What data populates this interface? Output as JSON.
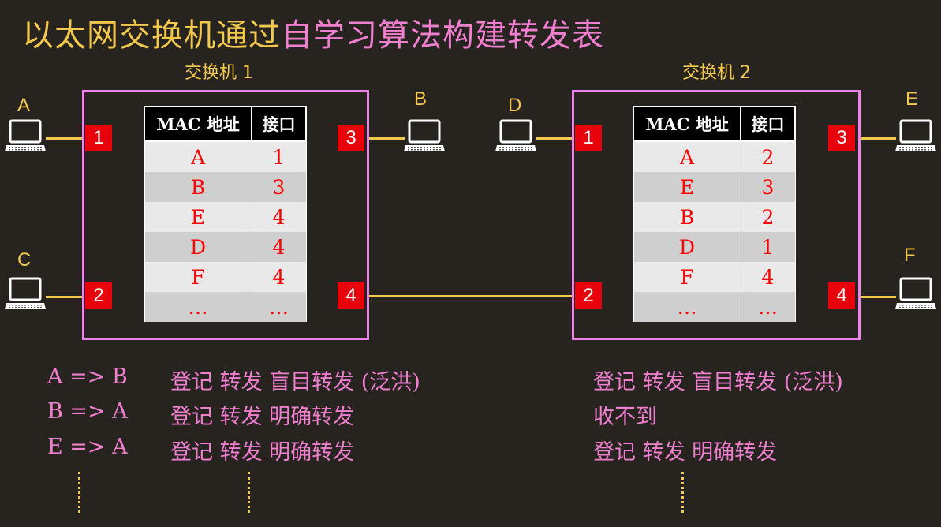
{
  "title": {
    "part1": "以太网交换机通过",
    "part2": "自学习算法构建转发表"
  },
  "switch1": {
    "label": "交换机 1",
    "table": {
      "headers": [
        "MAC 地址",
        "接口"
      ],
      "rows": [
        [
          "A",
          "1"
        ],
        [
          "B",
          "3"
        ],
        [
          "E",
          "4"
        ],
        [
          "D",
          "4"
        ],
        [
          "F",
          "4"
        ],
        [
          "…",
          "…"
        ]
      ]
    },
    "ports": [
      "1",
      "2",
      "3",
      "4"
    ]
  },
  "switch2": {
    "label": "交换机 2",
    "table": {
      "headers": [
        "MAC 地址",
        "接口"
      ],
      "rows": [
        [
          "A",
          "2"
        ],
        [
          "E",
          "3"
        ],
        [
          "B",
          "2"
        ],
        [
          "D",
          "1"
        ],
        [
          "F",
          "4"
        ],
        [
          "…",
          "…"
        ]
      ]
    },
    "ports": [
      "1",
      "2",
      "3",
      "4"
    ]
  },
  "hosts": [
    "A",
    "B",
    "C",
    "D",
    "E",
    "F"
  ],
  "frames": [
    {
      "frame": "A => B",
      "sw1": "登记  转发 盲目转发 (泛洪)",
      "sw2": "登记   转发 盲目转发 (泛洪)"
    },
    {
      "frame": "B => A",
      "sw1": "登记  转发 明确转发",
      "sw2": "收不到"
    },
    {
      "frame": "E => A",
      "sw1": "登记  转发 明确转发",
      "sw2": "登记    转发  明确转发"
    }
  ],
  "colors": {
    "background": "#272420",
    "title_yellow": "#f2c94c",
    "title_pink": "#f17fd0",
    "port": "#e8000b",
    "switch_border": "#ee82ee",
    "table_text": "#ff0000"
  }
}
